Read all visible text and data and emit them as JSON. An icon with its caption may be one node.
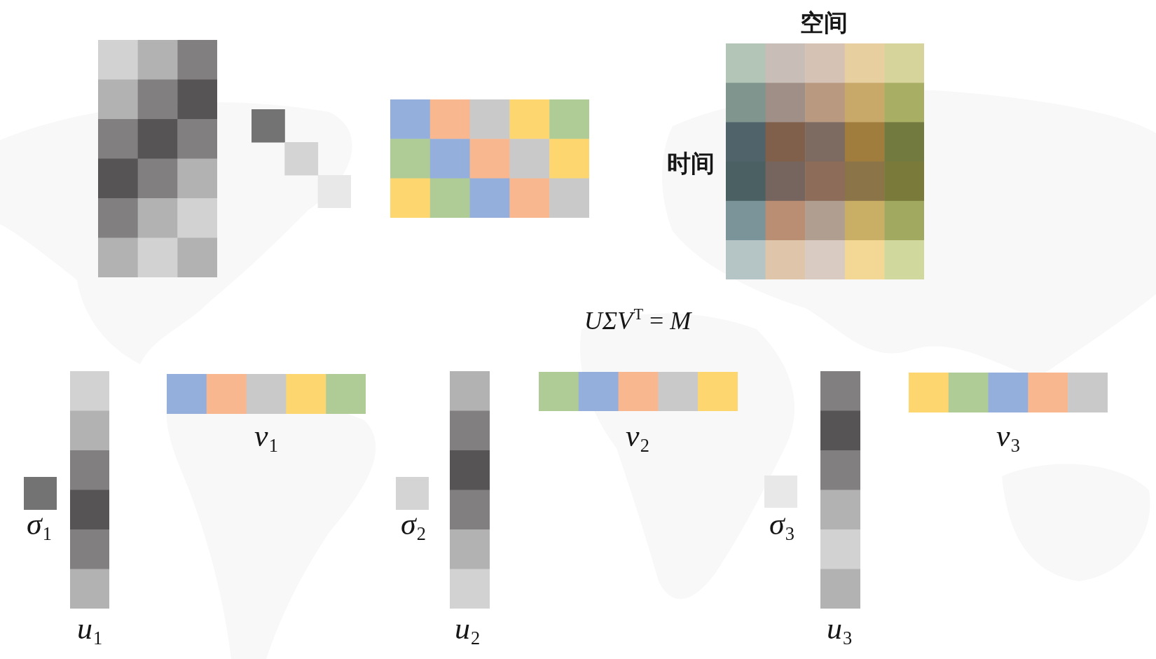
{
  "diagram": {
    "labels": [
      "空间",
      "时间",
      "*UΣV*$^{T}$ = *M*",
      "*v*$_{1}$",
      "*v*$_{2}$",
      "*v*$_{3}$",
      "*σ*$_{1}$",
      "*σ*$_{2}$",
      "*σ*$_{3}$",
      "*u*$_{1}$",
      "*u*$_{2}$",
      "*u*$_{3}$"
    ]
  }
}
